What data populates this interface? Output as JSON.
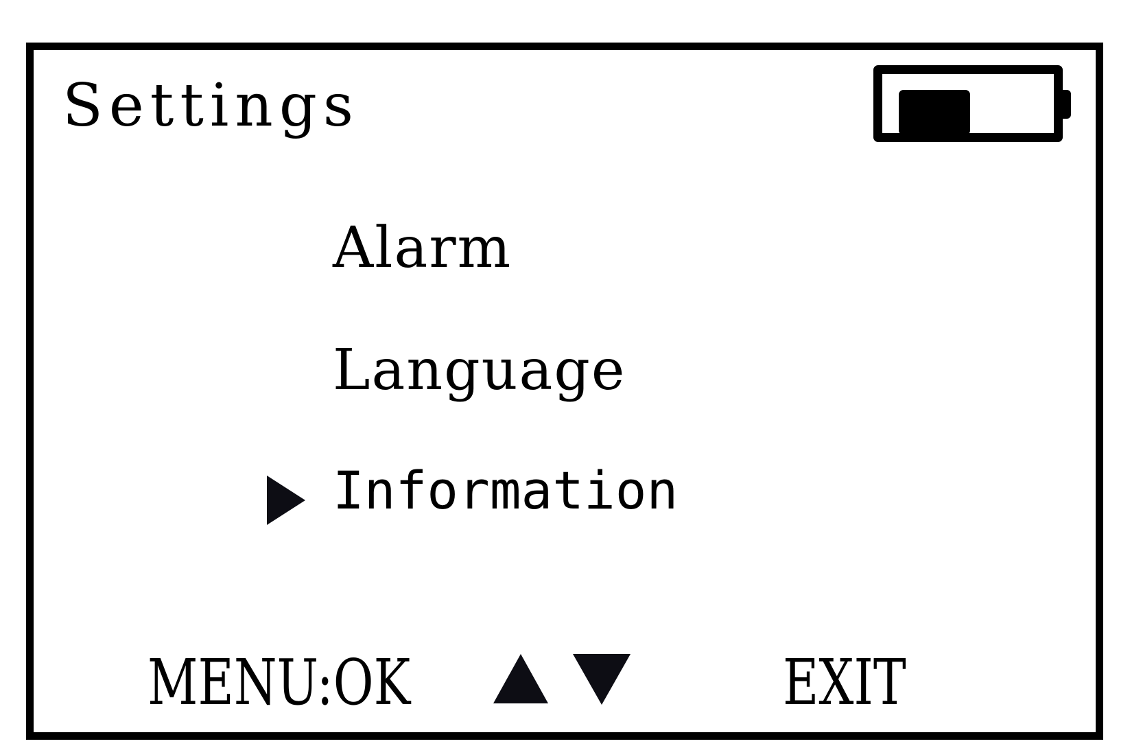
{
  "screen": {
    "title": "Settings",
    "frame_color": "#000000",
    "background_color": "#ffffff",
    "text_color": "#000000"
  },
  "status": {
    "battery": {
      "icon": "battery-icon",
      "level_percent": 45
    }
  },
  "menu": {
    "items": [
      {
        "label": "Alarm",
        "selected": false
      },
      {
        "label": "Language",
        "selected": false
      },
      {
        "label": "Information",
        "selected": true
      }
    ],
    "cursor_icon": "cursor-right-triangle-icon"
  },
  "footer": {
    "menu_ok_label": "MENU:OK",
    "up_icon": "triangle-up-icon",
    "down_icon": "triangle-down-icon",
    "exit_label": "EXIT"
  }
}
